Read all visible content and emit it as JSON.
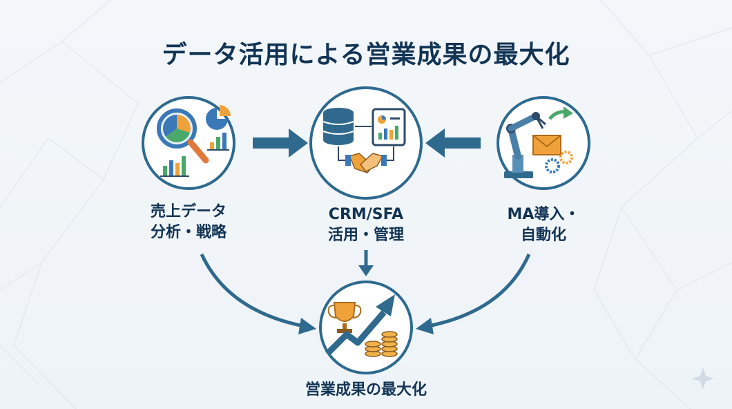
{
  "title": "データ活用による営業成果の最大化",
  "nodes": {
    "sales": {
      "line1": "売上データ",
      "line2": "分析・戦略",
      "icon": "magnifier-chart-icon"
    },
    "crm": {
      "line1": "CRM/SFA",
      "line2": "活用・管理",
      "icon": "database-handshake-icon"
    },
    "ma": {
      "line1": "MA導入・",
      "line2": "自動化",
      "icon": "robot-arm-email-icon"
    },
    "result": {
      "label": "営業成果の最大化",
      "icon": "trophy-growth-icon"
    }
  },
  "colors": {
    "circle_border": "#2e6a8f",
    "arrow": "#2f6a8e",
    "title": "#123454",
    "accent_orange": "#f0a23a",
    "accent_green": "#4aa86a",
    "accent_blue": "#3a79b8"
  }
}
